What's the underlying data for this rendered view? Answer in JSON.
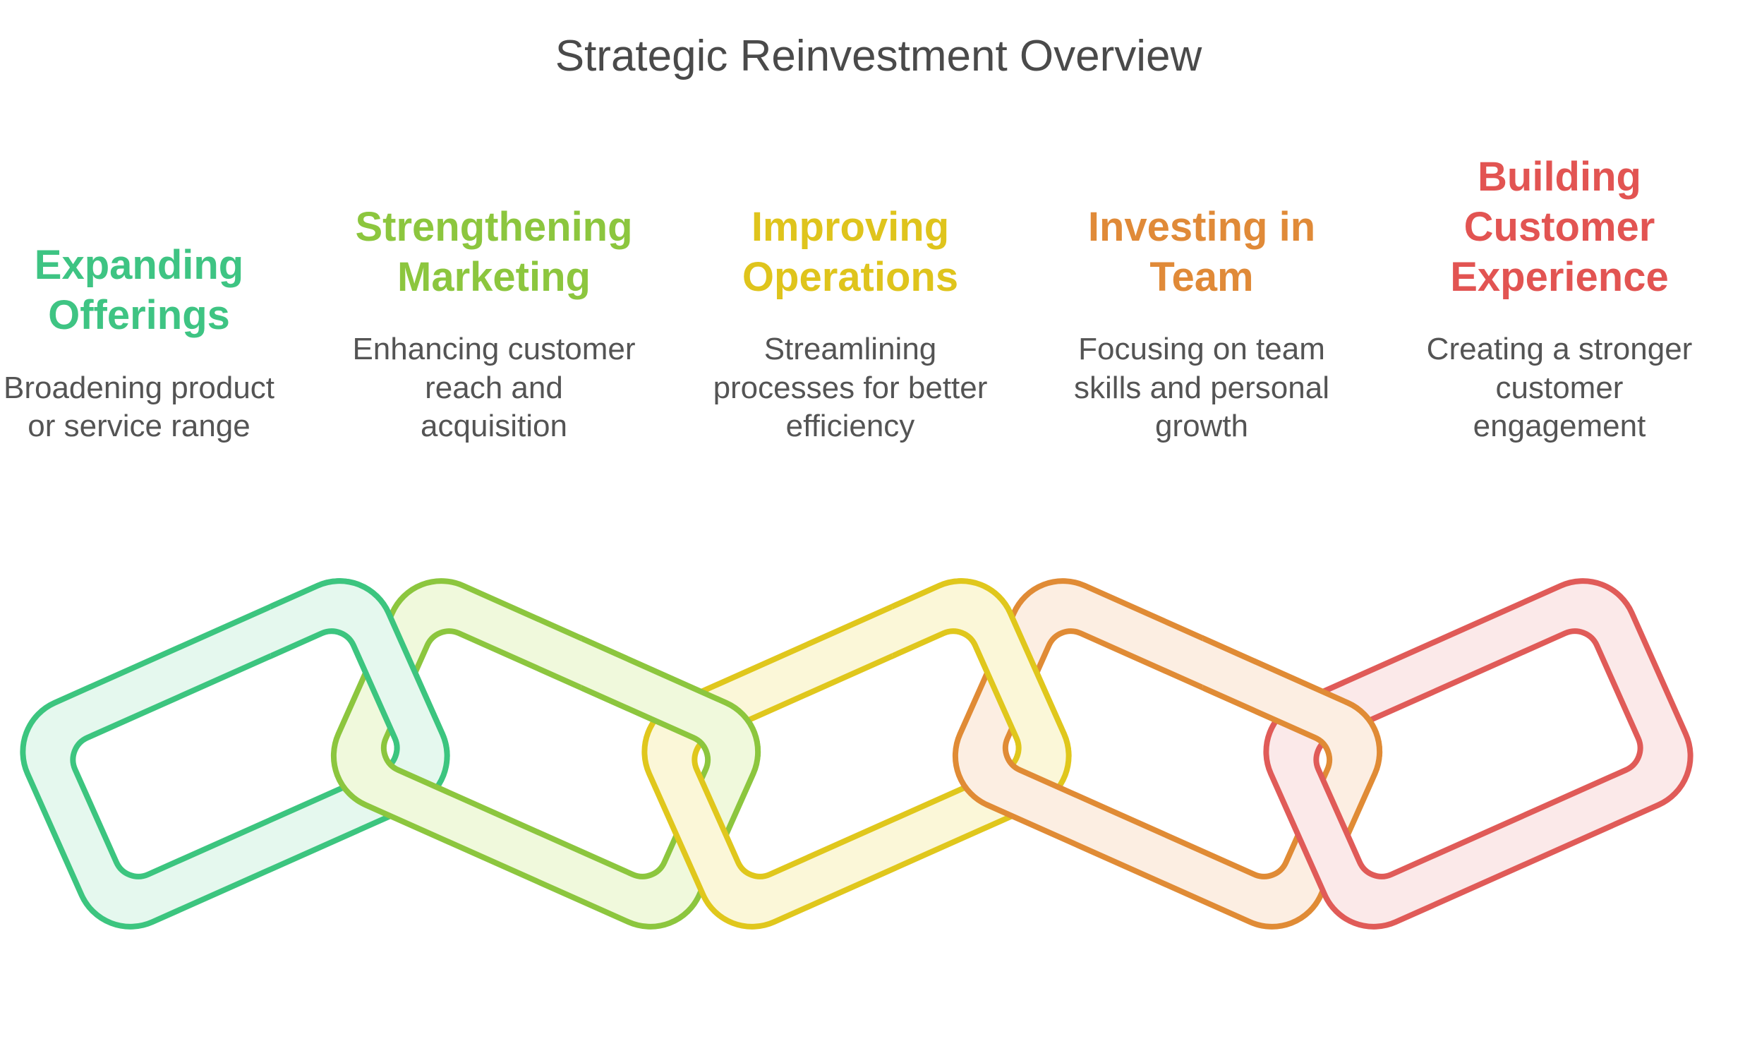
{
  "title": "Strategic Reinvestment Overview",
  "title_color": "#4a4a4a",
  "body_text_color": "#545454",
  "columns": [
    {
      "heading": "Expanding\nOfferings",
      "heading_color": "#3ec483",
      "body": "Broadening product\nor service range"
    },
    {
      "heading": "Strengthening\nMarketing",
      "heading_color": "#8cc63e",
      "body": "Enhancing customer\nreach and\nacquisition"
    },
    {
      "heading": "Improving\nOperations",
      "heading_color": "#dfc41c",
      "body": "Streamlining\nprocesses for better\nefficiency"
    },
    {
      "heading": "Investing in\nTeam",
      "heading_color": "#e08a38",
      "body": "Focusing on team\nskills and personal\ngrowth"
    },
    {
      "heading": "Building\nCustomer\nExperience",
      "heading_color": "#e25452",
      "body": "Creating a stronger\ncustomer\nengagement"
    }
  ],
  "chain": {
    "links": [
      {
        "name": "chain-link-expanding-offerings",
        "stroke": "#3cc57f",
        "fill": "#e5f8ee"
      },
      {
        "name": "chain-link-strengthening-marketing",
        "stroke": "#8cc63e",
        "fill": "#f0f9dc"
      },
      {
        "name": "chain-link-improving-operations",
        "stroke": "#e0c71c",
        "fill": "#fbf7d8"
      },
      {
        "name": "chain-link-investing-in-team",
        "stroke": "#e08b35",
        "fill": "#fceee2"
      },
      {
        "name": "chain-link-building-customer-experience",
        "stroke": "#e05b58",
        "fill": "#fbe9e9"
      }
    ]
  }
}
